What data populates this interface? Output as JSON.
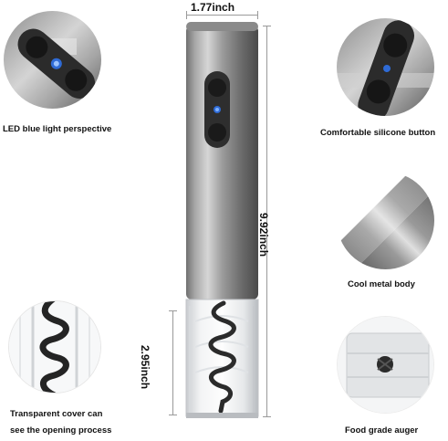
{
  "dimensions": {
    "width_label": "1.77inch",
    "height_label": "9.92inch",
    "cover_label": "2.95inch"
  },
  "features": {
    "led": "LED blue light perspective",
    "button": "Comfortable silicone button",
    "metal": "Cool metal body",
    "cover_line1": "Transparent cover can",
    "cover_line2": "see the opening process",
    "auger": "Food grade auger"
  }
}
